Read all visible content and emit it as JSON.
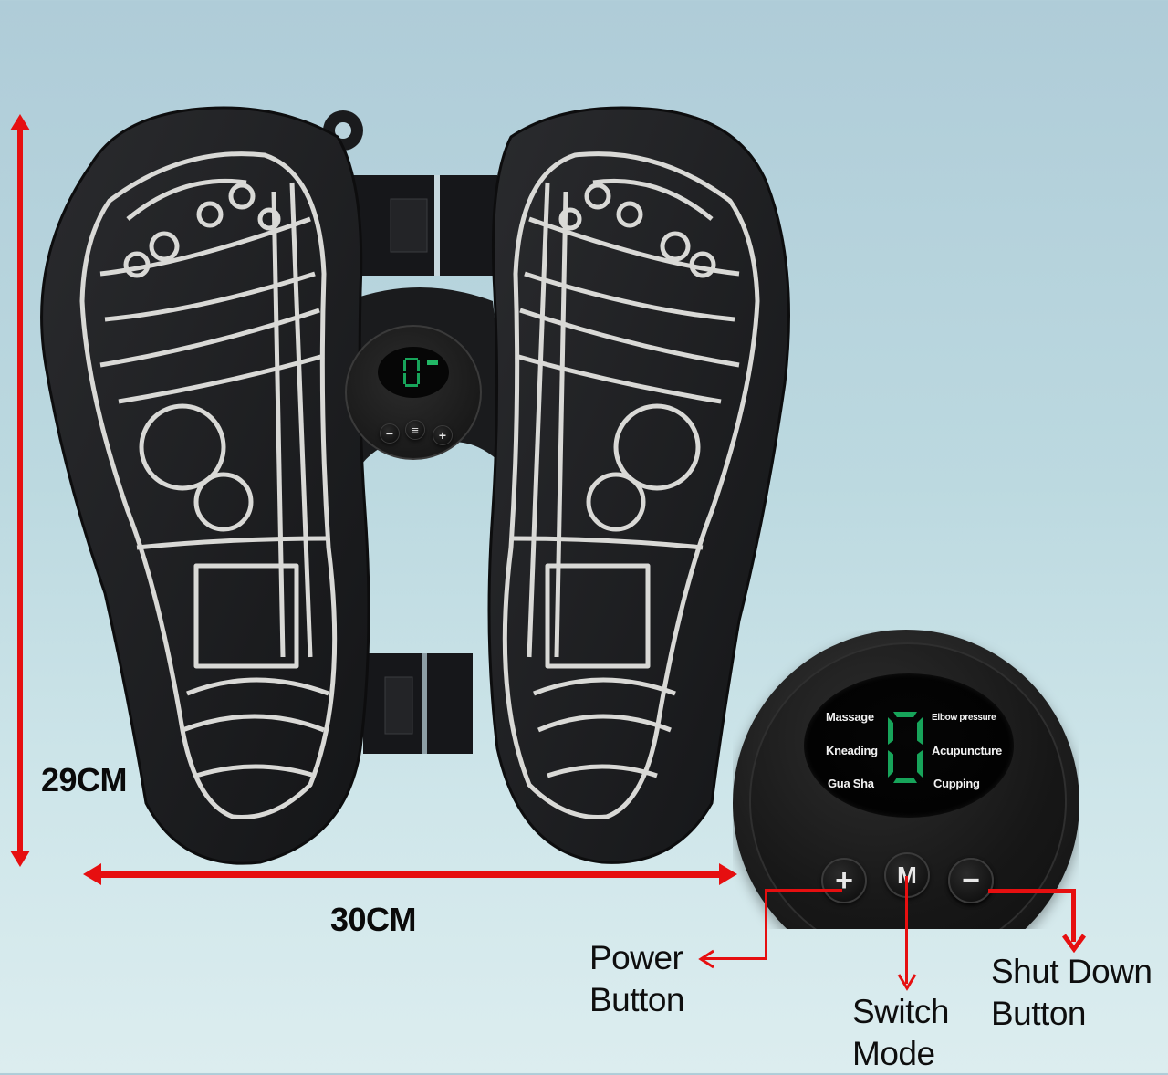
{
  "dimensions": {
    "height_label": "29CM",
    "width_label": "30CM"
  },
  "controller": {
    "modes_left": [
      "Massage",
      "Kneading",
      "Gua Sha"
    ],
    "modes_right": [
      "Elbow pressure",
      "Acupuncture",
      "Cupping"
    ],
    "display_digit": "0",
    "display_color": "#17a45a",
    "buttons": {
      "plus": "+",
      "mode": "M",
      "minus": "−"
    }
  },
  "small_controller": {
    "buttons": {
      "minus": "−",
      "menu": "≡",
      "plus": "+"
    }
  },
  "callouts": {
    "power": [
      "Power",
      "Button"
    ],
    "switch": [
      "Switch",
      "Mode"
    ],
    "shutdown": [
      "Shut Down",
      "Button"
    ]
  },
  "colors": {
    "arrow": "#e60f10",
    "background_top": "#afccd8",
    "background_bottom": "#dcedef",
    "mat": "#1b1c1e",
    "mat_pattern": "#d9d9d6"
  }
}
